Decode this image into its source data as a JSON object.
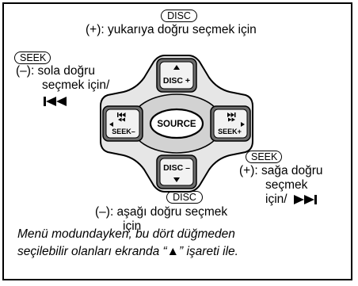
{
  "disc_top": {
    "pill": "DISC",
    "text": "(+): yukarıya doğru seçmek için"
  },
  "seek_left": {
    "pill": "SEEK",
    "line1": "(–): sola doğru",
    "line2": "seçmek için/",
    "icon": "skip-back-icon"
  },
  "seek_right": {
    "pill": "SEEK",
    "line1": "(+): sağa doğru",
    "line2": "seçmek",
    "line3": "için/",
    "icon": "skip-forward-icon"
  },
  "disc_bottom": {
    "pill": "DISC",
    "line1": "(–): aşağı doğru seçmek",
    "line2": "için"
  },
  "control": {
    "center": "SOURCE",
    "up": "DISC +",
    "down": "DISC –",
    "left": "SEEK–",
    "right": "SEEK+"
  },
  "note": {
    "line1": "Menü modundayken, bu dört düğmeden",
    "line2": "seçilebilir olanları ekranda “▲” işareti ile."
  }
}
